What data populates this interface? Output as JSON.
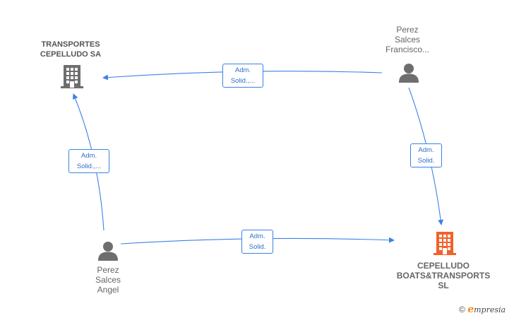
{
  "nodes": {
    "transportes": {
      "lines": [
        "TRANSPORTES",
        "CEPELLUDO SA"
      ],
      "type": "company"
    },
    "francisco": {
      "lines": [
        "Perez",
        "Salces",
        "Francisco..."
      ],
      "type": "person"
    },
    "angel": {
      "lines": [
        "Perez",
        "Salces",
        "Angel"
      ],
      "type": "person"
    },
    "cepelludo": {
      "lines": [
        "CEPELLUDO",
        "BOATS&TRANSPORTS",
        "SL"
      ],
      "type": "company",
      "highlight": true
    }
  },
  "edges": {
    "francisco_transportes": [
      "Adm.",
      "Solid.,..."
    ],
    "angel_transportes": [
      "Adm.",
      "Solid.,..."
    ],
    "francisco_cepelludo": [
      "Adm.",
      "Solid."
    ],
    "angel_cepelludo": [
      "Adm.",
      "Solid."
    ]
  },
  "footer": {
    "copyright": "©",
    "brand_initial": "e",
    "brand_rest": "mpresia"
  },
  "colors": {
    "edge": "#3b82e6",
    "company_icon": "#6e6e6e",
    "highlight_icon": "#f2612b",
    "person_icon": "#6e6e6e"
  }
}
